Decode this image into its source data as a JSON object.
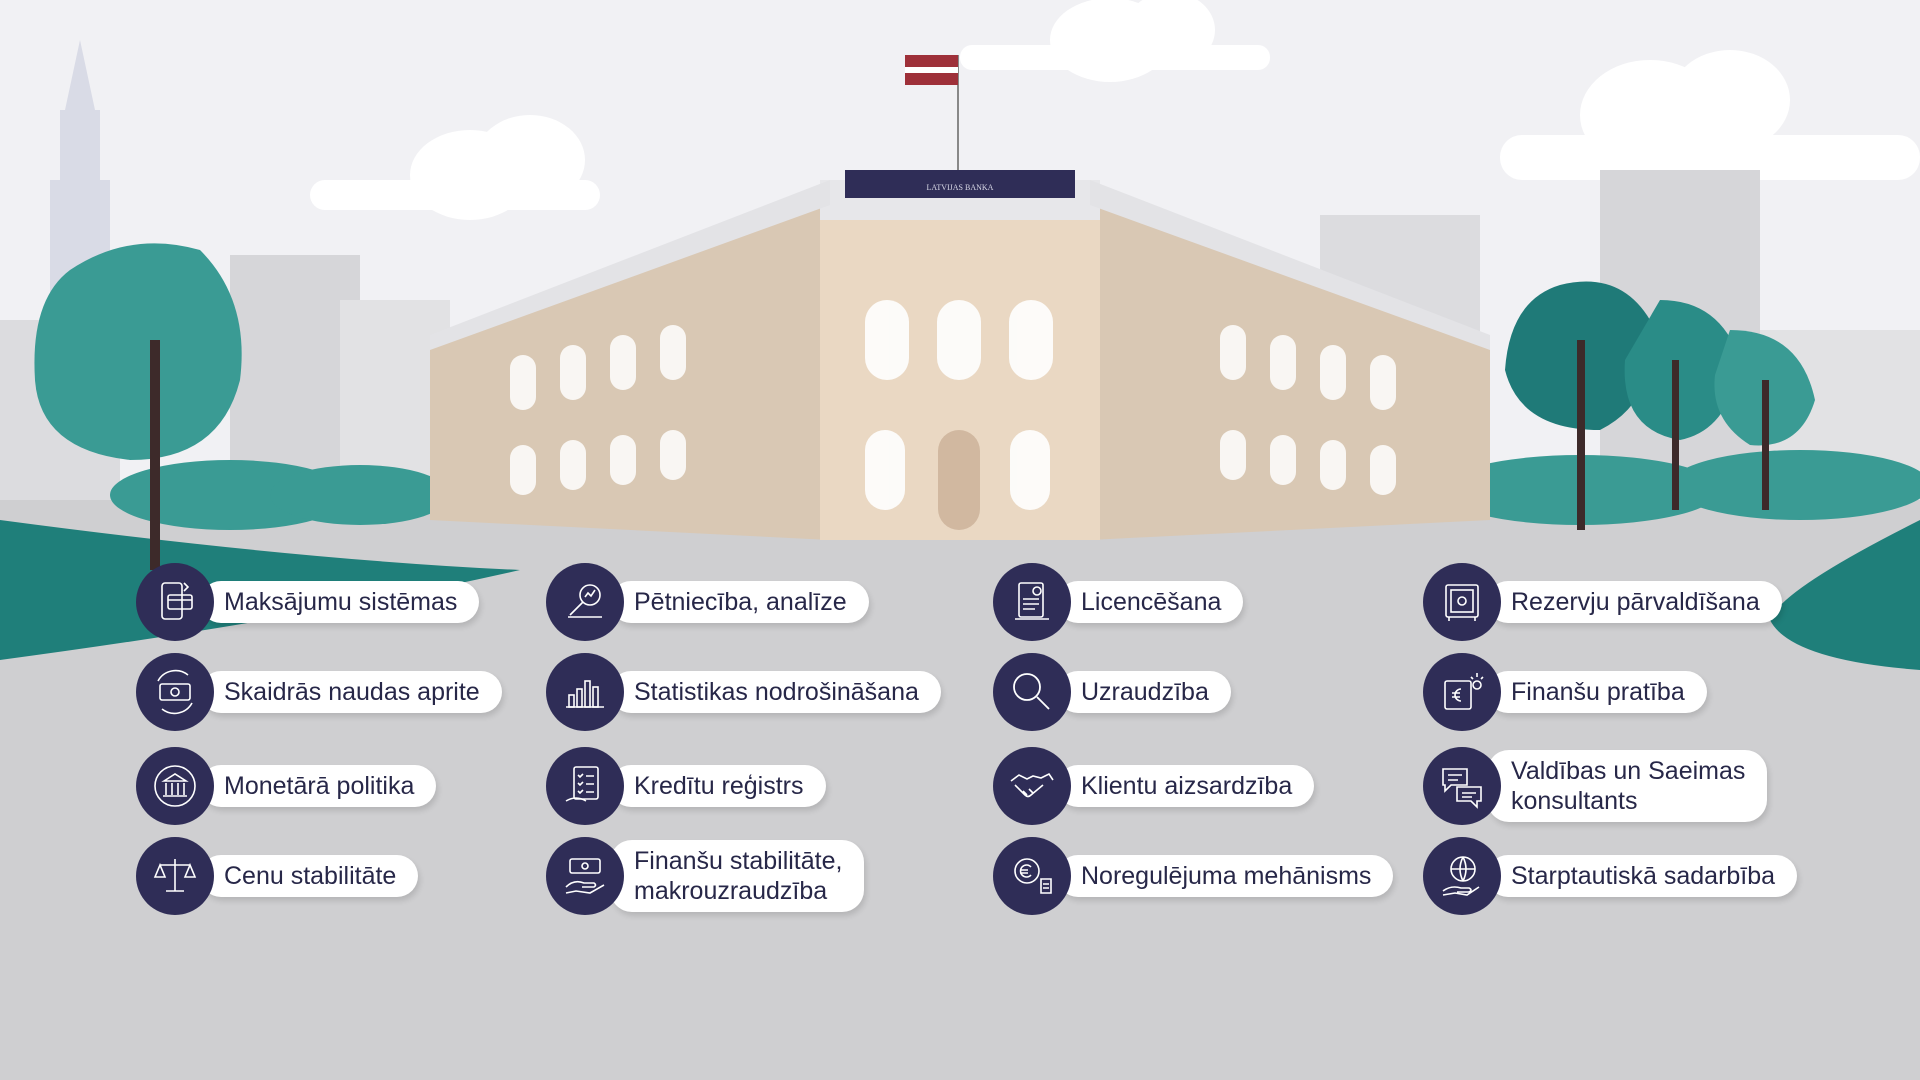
{
  "building": {
    "sign_text": "LATVIJAS BANKA"
  },
  "colors": {
    "icon_circle": "#2f2d57",
    "label_text": "#272748",
    "tree_teal": "#3a9b94",
    "tree_dark": "#1f7a78",
    "sky": "#f1f1f4",
    "ground": "#cfcfd1",
    "flag_red": "#9e3039"
  },
  "functions": [
    {
      "label": "Maksājumu sistēmas",
      "icon": "payment-card-icon"
    },
    {
      "label": "Skaidrās naudas aprite",
      "icon": "cash-circulation-icon"
    },
    {
      "label": "Monetārā politika",
      "icon": "bank-building-icon"
    },
    {
      "label": "Cenu stabilitāte",
      "icon": "scales-icon"
    },
    {
      "label": "Pētniecība, analīze",
      "icon": "magnifier-chart-icon"
    },
    {
      "label": "Statistikas nodrošināšana",
      "icon": "bar-chart-icon"
    },
    {
      "label": "Kredītu reģistrs",
      "icon": "checklist-icon"
    },
    {
      "label_lines": [
        "Finanšu stabilitāte,",
        "makrouzraudzība"
      ],
      "icon": "money-hand-icon"
    },
    {
      "label": "Licencēšana",
      "icon": "certificate-icon"
    },
    {
      "label": "Uzraudzība",
      "icon": "search-icon"
    },
    {
      "label": "Klientu aizsardzība",
      "icon": "handshake-icon"
    },
    {
      "label": "Noregulējuma mehānisms",
      "icon": "euro-gear-icon"
    },
    {
      "label": "Rezervju pārvaldīšana",
      "icon": "safe-icon"
    },
    {
      "label": "Finanšu pratība",
      "icon": "euro-book-icon"
    },
    {
      "label_lines": [
        "Valdības un Saeimas",
        "konsultants"
      ],
      "icon": "chat-bubbles-icon"
    },
    {
      "label": "Starptautiskā sadarbība",
      "icon": "globe-hand-icon"
    }
  ]
}
